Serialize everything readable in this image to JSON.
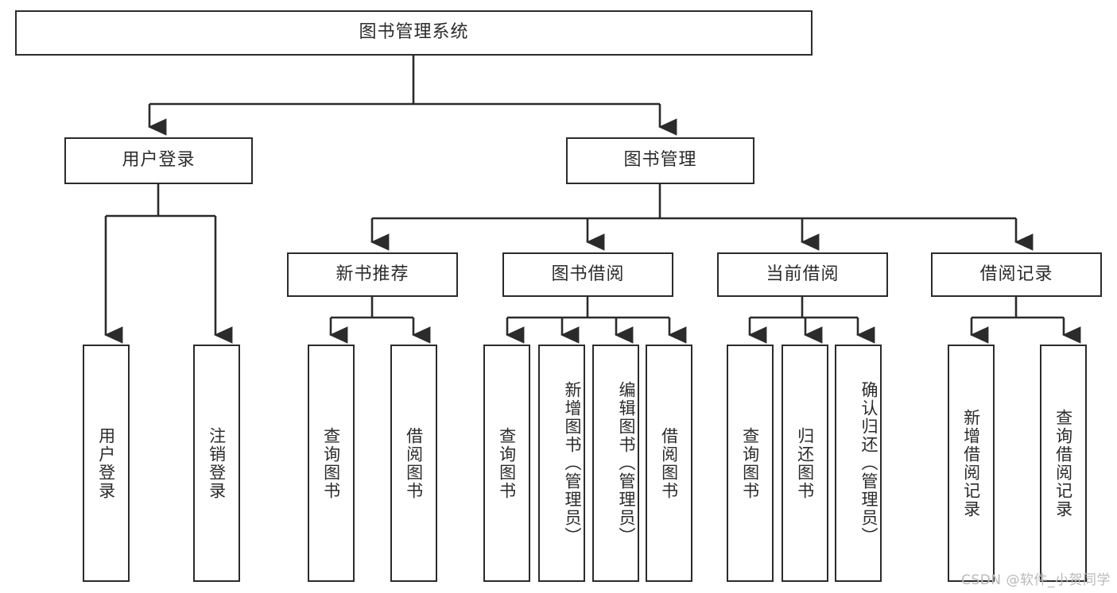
{
  "diagram": {
    "title": "图书管理系统",
    "type": "tree",
    "root": {
      "id": "root",
      "label": "图书管理系统",
      "orientation": "horizontal"
    },
    "level2": [
      {
        "id": "user-login",
        "label": "用户登录",
        "orientation": "horizontal"
      },
      {
        "id": "book-manage",
        "label": "图书管理",
        "orientation": "horizontal"
      }
    ],
    "level3": [
      {
        "id": "new-book-recommend",
        "label": "新书推荐",
        "orientation": "horizontal",
        "parent": "book-manage"
      },
      {
        "id": "book-borrow",
        "label": "图书借阅",
        "orientation": "horizontal",
        "parent": "book-manage"
      },
      {
        "id": "current-borrow",
        "label": "当前借阅",
        "orientation": "horizontal",
        "parent": "book-manage"
      },
      {
        "id": "borrow-record",
        "label": "借阅记录",
        "orientation": "horizontal",
        "parent": "book-manage"
      }
    ],
    "leaves": [
      {
        "id": "leaf-user-login",
        "label": "用户登录",
        "parent": "user-login",
        "orientation": "vertical"
      },
      {
        "id": "leaf-logout-login",
        "label": "注销登录",
        "parent": "user-login",
        "orientation": "vertical"
      },
      {
        "id": "leaf-query-book-1",
        "label": "查询图书",
        "parent": "new-book-recommend",
        "orientation": "vertical"
      },
      {
        "id": "leaf-borrow-book-1",
        "label": "借阅图书",
        "parent": "new-book-recommend",
        "orientation": "vertical"
      },
      {
        "id": "leaf-query-book-2",
        "label": "查询图书",
        "parent": "book-borrow",
        "orientation": "vertical"
      },
      {
        "id": "leaf-add-book",
        "label": "新增图书（管理员）",
        "parent": "book-borrow",
        "orientation": "vertical"
      },
      {
        "id": "leaf-edit-book",
        "label": "编辑图书（管理员）",
        "parent": "book-borrow",
        "orientation": "vertical"
      },
      {
        "id": "leaf-borrow-book-2",
        "label": "借阅图书",
        "parent": "book-borrow",
        "orientation": "vertical"
      },
      {
        "id": "leaf-query-book-3",
        "label": "查询图书",
        "parent": "current-borrow",
        "orientation": "vertical"
      },
      {
        "id": "leaf-return-book",
        "label": "归还图书",
        "parent": "current-borrow",
        "orientation": "vertical"
      },
      {
        "id": "leaf-confirm-return",
        "label": "确认归还（管理员）",
        "parent": "current-borrow",
        "orientation": "vertical"
      },
      {
        "id": "leaf-add-record",
        "label": "新增借阅记录",
        "parent": "borrow-record",
        "orientation": "vertical"
      },
      {
        "id": "leaf-query-record",
        "label": "查询借阅记录",
        "parent": "borrow-record",
        "orientation": "vertical"
      }
    ],
    "colors": {
      "stroke": "#2b2b2b",
      "fill": "#ffffff",
      "text": "#2b2b2b",
      "watermark": "#b9b9b9"
    }
  },
  "watermark": {
    "text": "CSDN @软件_小贺同学"
  }
}
